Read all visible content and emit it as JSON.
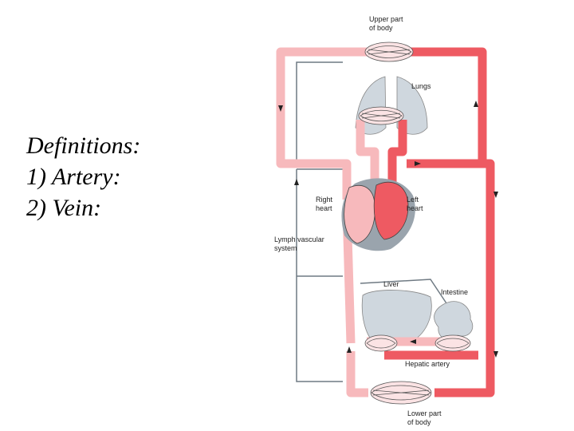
{
  "slide": {
    "lines": [
      "Definitions:",
      "1) Artery:",
      "2) Vein:"
    ]
  },
  "diagram": {
    "labels": {
      "upper_part": [
        "Upper part",
        "of body"
      ],
      "lungs": "Lungs",
      "right_heart": [
        "Right",
        "heart"
      ],
      "left_heart": [
        "Left",
        "heart"
      ],
      "lymph": [
        "Lymph vascular",
        "system"
      ],
      "liver": "Liver",
      "intestine": "Intestine",
      "hepatic_artery": "Hepatic artery",
      "lower_part": [
        "Lower part",
        "of body"
      ]
    },
    "colors": {
      "artery": "#ee5a62",
      "vein": "#f7b9bc",
      "lymph": "#6f7a83",
      "organ": "#cfd7de",
      "outline": "#444444"
    }
  }
}
